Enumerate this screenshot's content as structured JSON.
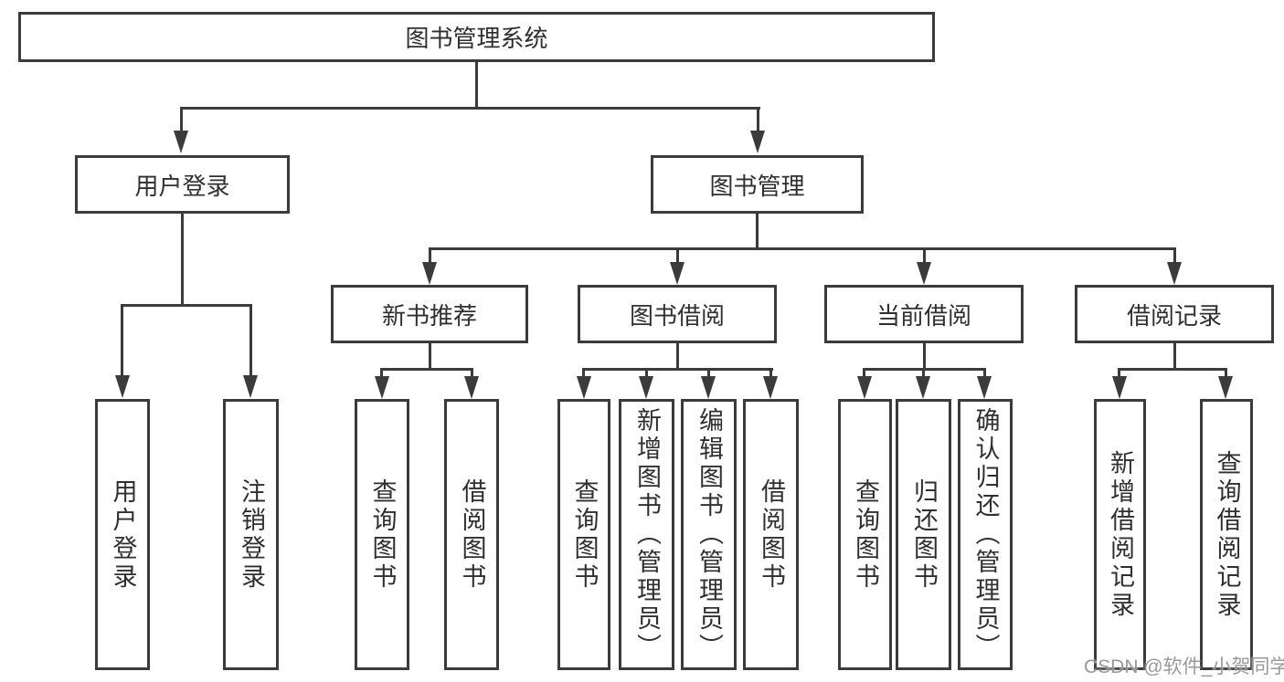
{
  "colors": {
    "line": "#3b3b3b",
    "text": "#2f2f2f",
    "watermark": "#949494",
    "background": "#ffffff"
  },
  "watermark": "CSDN @软件_小贺同学",
  "tree": {
    "root": "图书管理系统",
    "nodes": [
      {
        "label": "用户登录",
        "children": [
          "用户登录",
          "注销登录"
        ]
      },
      {
        "label": "图书管理",
        "subnodes": [
          {
            "label": "新书推荐",
            "children": [
              "查询图书",
              "借阅图书"
            ]
          },
          {
            "label": "图书借阅",
            "children": [
              "查询图书",
              "新增图书（管理员）",
              "编辑图书（管理员）",
              "借阅图书"
            ]
          },
          {
            "label": "当前借阅",
            "children": [
              "查询图书",
              "归还图书",
              "确认归还（管理员）"
            ]
          },
          {
            "label": "借阅记录",
            "children": [
              "新增借阅记录",
              "查询借阅记录"
            ]
          }
        ]
      }
    ]
  }
}
